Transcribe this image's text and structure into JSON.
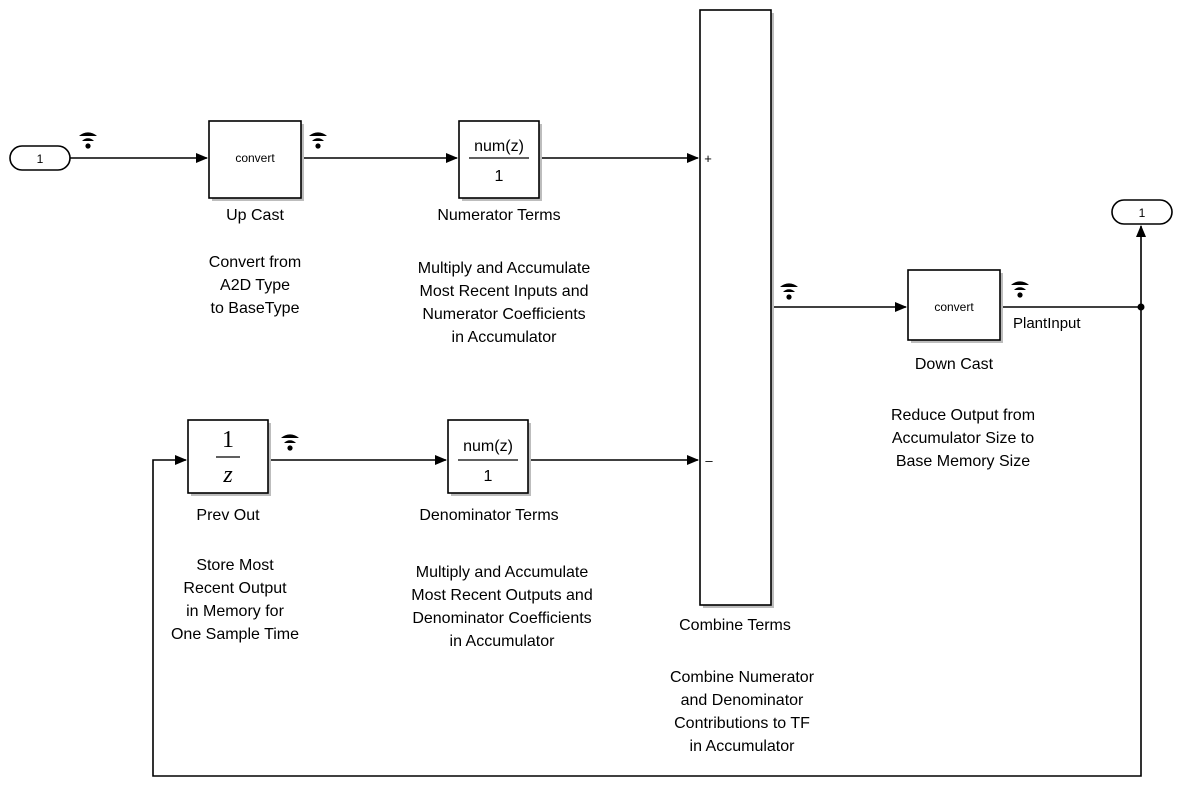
{
  "inport": {
    "label": "1"
  },
  "outport": {
    "label": "1"
  },
  "blocks": {
    "up_cast": {
      "inner": "convert",
      "name": "Up Cast"
    },
    "numerator": {
      "num": "num(z)",
      "den": "1",
      "name": "Numerator Terms"
    },
    "prev_out": {
      "num": "1",
      "den": "z",
      "name": "Prev Out"
    },
    "denominator": {
      "num": "num(z)",
      "den": "1",
      "name": "Denominator Terms"
    },
    "combine": {
      "name": "Combine Terms",
      "plus": "+",
      "minus": "–"
    },
    "down_cast": {
      "inner": "convert",
      "name": "Down Cast"
    }
  },
  "signals": {
    "plant_input": "PlantInput"
  },
  "annotations": {
    "up_cast_note": [
      "Convert from",
      "A2D Type",
      "to BaseType"
    ],
    "numerator_note": [
      "Multiply and Accumulate",
      "Most Recent Inputs and",
      "Numerator Coefficients",
      "in Accumulator"
    ],
    "prev_out_note": [
      "Store Most",
      "Recent Output",
      "in Memory for",
      "One Sample Time"
    ],
    "denominator_note": [
      "Multiply and Accumulate",
      "Most Recent Outputs and",
      "Denominator Coefficients",
      "in Accumulator"
    ],
    "combine_note": [
      "Combine Numerator",
      "and Denominator",
      "Contributions to TF",
      "in Accumulator"
    ],
    "down_cast_note": [
      "Reduce Output from",
      "Accumulator Size to",
      "Base Memory Size"
    ]
  },
  "icons": {
    "logging": "signal-logging-icon"
  },
  "colors": {
    "logging_icon": "#8fb6dc",
    "shadow": "#bdbdbd"
  }
}
